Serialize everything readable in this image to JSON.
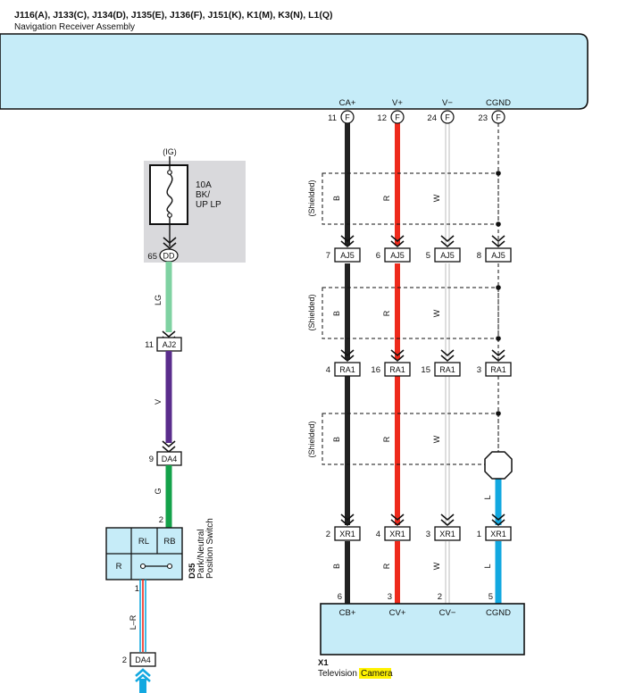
{
  "header": {
    "title": "J116(A), J133(C), J134(D), J135(E), J136(F), J151(K), K1(M), K3(N), L1(Q)",
    "subtitle": "Navigation Receiver Assembly"
  },
  "receiver_terminals": [
    {
      "name": "CA+",
      "pin": "11",
      "conn": "F"
    },
    {
      "name": "V+",
      "pin": "12",
      "conn": "F"
    },
    {
      "name": "V−",
      "pin": "24",
      "conn": "F"
    },
    {
      "name": "CGND",
      "pin": "23",
      "conn": "F"
    }
  ],
  "shield_label": "(Shielded)",
  "wire_colors": {
    "ca": "B",
    "v_plus": "R",
    "v_minus": "W",
    "cgnd_cam": "L"
  },
  "junction_rows": [
    {
      "pins": [
        "7",
        "6",
        "5",
        "8"
      ],
      "conn": "AJ5"
    },
    {
      "pins": [
        "4",
        "16",
        "15",
        "3"
      ],
      "conn": "RA1"
    },
    {
      "pins": [
        "2",
        "4",
        "3",
        "1"
      ],
      "conn": "XR1"
    }
  ],
  "fuse": {
    "supply": "(IG)",
    "rating": "10A",
    "name_line1": "BK/",
    "name_line2": "UP LP",
    "pin": "65",
    "conn": "DD"
  },
  "left_wire": {
    "color1": "LG",
    "conn_aj2_pin": "11",
    "conn_aj2": "AJ2",
    "color2": "V",
    "conn_da4_pin": "9",
    "conn_da4": "DA4",
    "color3": "G",
    "switch_pin_top": "2",
    "switch_pin_bottom": "1",
    "color4": "L–R",
    "conn_da4b_pin": "2",
    "conn_da4b": "DA4"
  },
  "switch": {
    "cell_rl": "RL",
    "cell_rb": "RB",
    "cell_r": "R",
    "code": "D35",
    "name_line1": "Park/Neutral",
    "name_line2": "Position Switch"
  },
  "camera": {
    "terminals": [
      {
        "name": "CB+",
        "pin": "6"
      },
      {
        "name": "CV+",
        "pin": "3"
      },
      {
        "name": "CV−",
        "pin": "2"
      },
      {
        "name": "CGND",
        "pin": "5"
      }
    ],
    "code": "X1",
    "name_prefix": "Television",
    "name_highlight": "Camera"
  },
  "colors": {
    "box_fill": "#c6ecf8",
    "wire_black": "#222222",
    "wire_red": "#ee2a1c",
    "wire_white": "#bcbcbc",
    "wire_blue": "#12a8e0",
    "wire_lg": "#7fd2a2",
    "wire_violet": "#5a2d8c",
    "wire_green": "#14a24a",
    "fuse_bg": "#d9d9dc",
    "highlight": "#fff200"
  }
}
